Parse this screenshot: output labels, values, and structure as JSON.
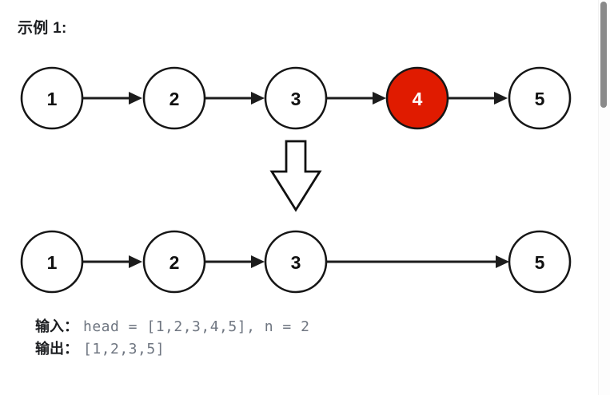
{
  "heading": {
    "text": "示例 1:"
  },
  "diagram": {
    "row_before": {
      "nodes": [
        {
          "label": "1",
          "highlight": false
        },
        {
          "label": "2",
          "highlight": false
        },
        {
          "label": "3",
          "highlight": false
        },
        {
          "label": "4",
          "highlight": true
        },
        {
          "label": "5",
          "highlight": false
        }
      ]
    },
    "row_after": {
      "nodes": [
        {
          "label": "1",
          "highlight": false
        },
        {
          "label": "2",
          "highlight": false
        },
        {
          "label": "3",
          "highlight": false
        },
        {
          "label": "5",
          "highlight": false
        }
      ]
    },
    "transform_arrow": "down-arrow",
    "colors": {
      "highlight": "#e01b00",
      "node_stroke": "#161616",
      "node_fill": "#ffffff",
      "link": "#1c1c1c",
      "highlight_label": "#ffffff"
    }
  },
  "io": {
    "input_label": "输入：",
    "input_value": "head = [1,2,3,4,5], n = 2",
    "output_label": "输出：",
    "output_value": "[1,2,3,5]"
  },
  "scrollbar": {
    "thumb_color": "#8a8a8a"
  }
}
